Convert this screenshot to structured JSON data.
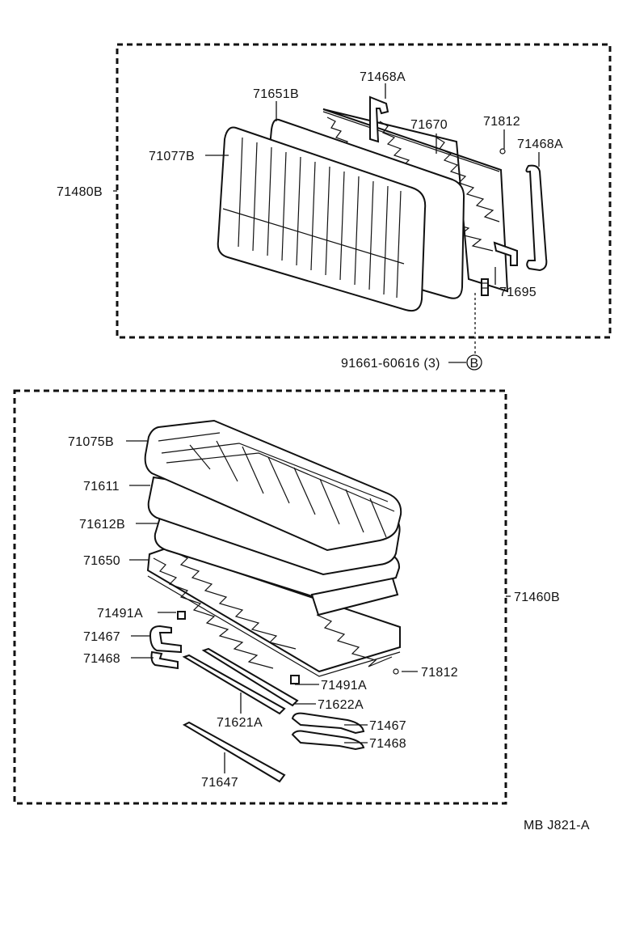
{
  "diagram": {
    "upper_group": {
      "assembly_label": "71480B",
      "parts": {
        "cover": "71077B",
        "pad": "71651B",
        "spring": "71670",
        "clip": "71812",
        "hinge_top": "71468A",
        "hinge_right": "71468A",
        "bracket": "71695"
      },
      "bolt": {
        "label": "91661-60616 (3)",
        "marker": "B"
      }
    },
    "lower_group": {
      "assembly_label": "71460B",
      "parts": {
        "cover": "71075B",
        "pad_upper": "71611",
        "pad_lower": "71612B",
        "spring": "71650",
        "stopper_left": "71491A",
        "stopper_right": "71491A",
        "hinge_left_a": "71467",
        "hinge_left_b": "71468",
        "clip": "71812",
        "rod_short": "71622A",
        "rod_long": "71621A",
        "hinge_right_a": "71467",
        "hinge_right_b": "71468",
        "bar": "71647"
      }
    },
    "diagram_code": "MB J821-A"
  }
}
